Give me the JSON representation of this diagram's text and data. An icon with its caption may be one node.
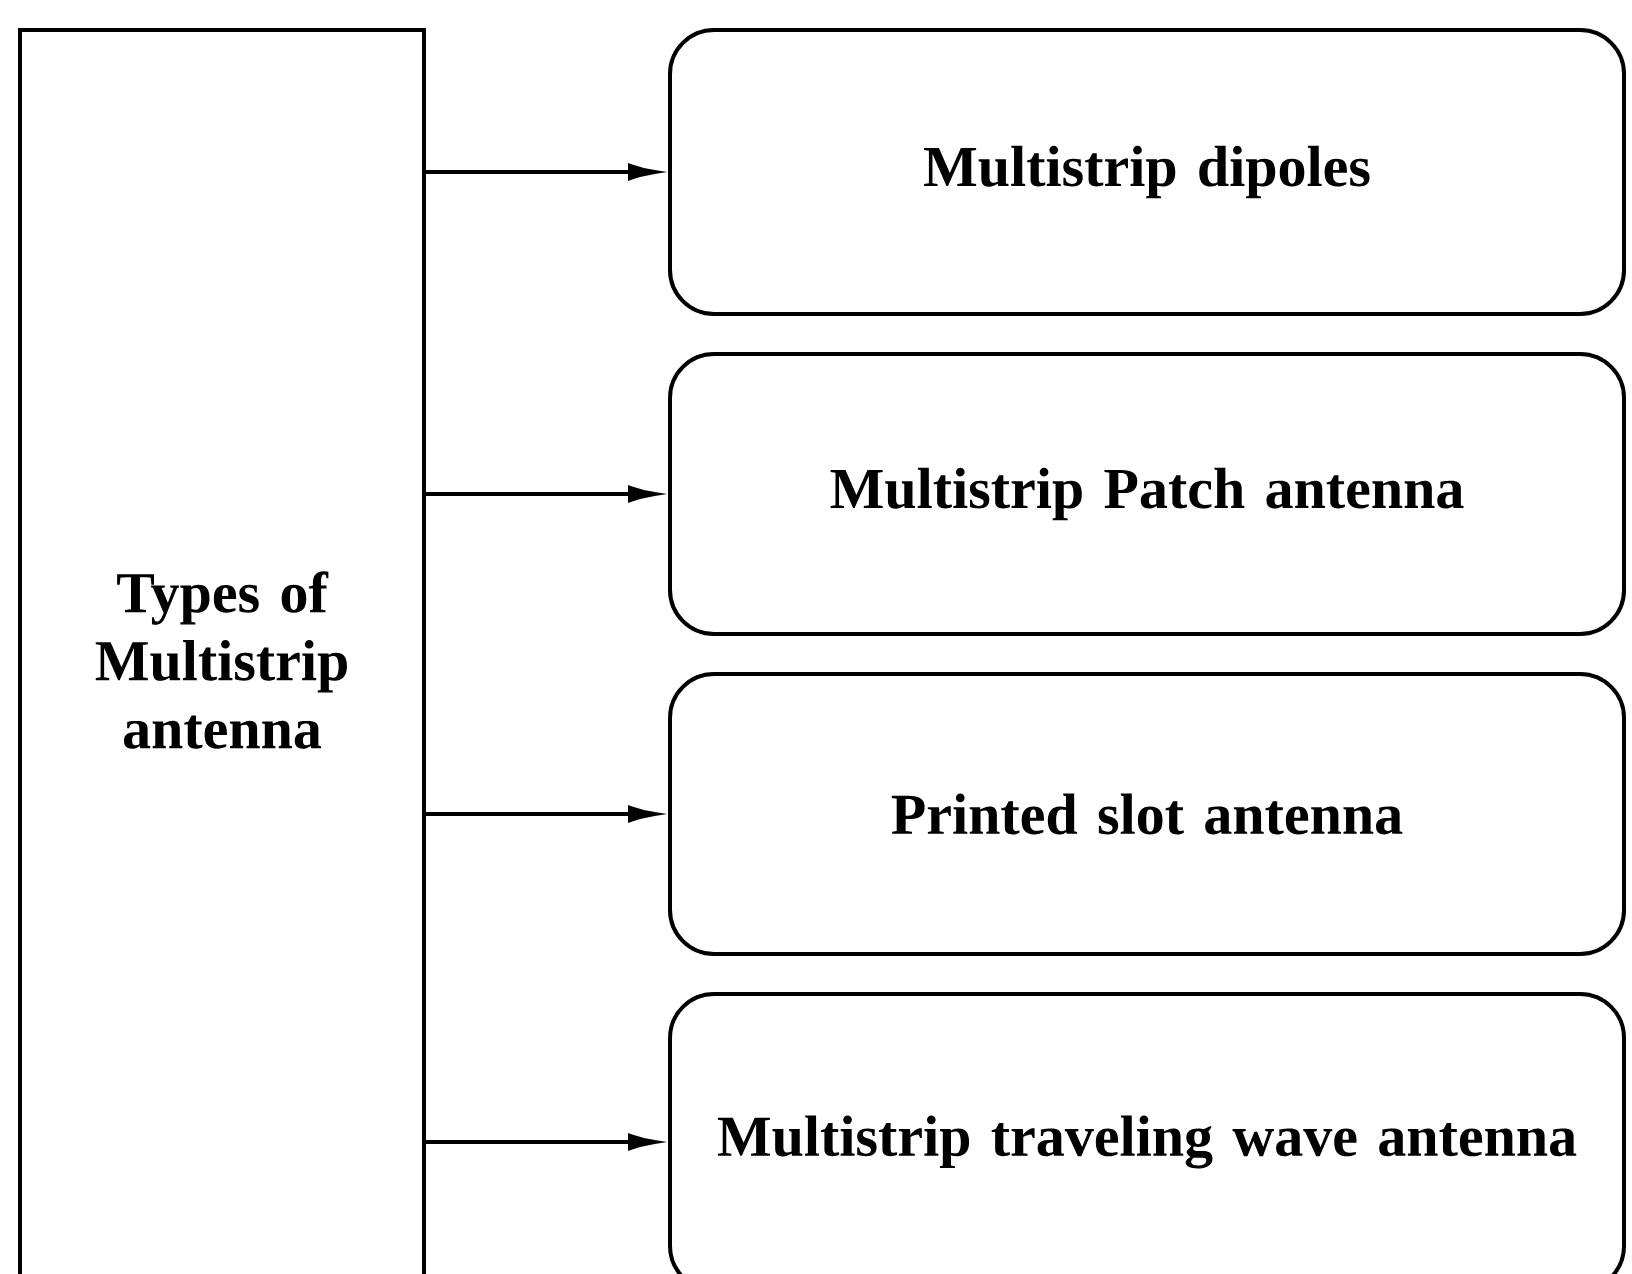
{
  "diagram": {
    "nodes": [
      {
        "text": [
          "Types of Multistrip antenna"
        ]
      },
      {
        "text": [
          "Multistrip dipoles"
        ]
      },
      {
        "text": [
          "Multistrip Patch antenna"
        ]
      },
      {
        "text": [
          "Printed slot antenna"
        ]
      },
      {
        "text": [
          "Multistrip traveling wave antenna"
        ]
      }
    ],
    "edges": [
      {
        "from": 0,
        "to": 1,
        "arrow": "to"
      },
      {
        "from": 0,
        "to": 2,
        "arrow": "to"
      },
      {
        "from": 0,
        "to": 3,
        "arrow": "to"
      },
      {
        "from": 0,
        "to": 4,
        "arrow": "to"
      }
    ]
  }
}
